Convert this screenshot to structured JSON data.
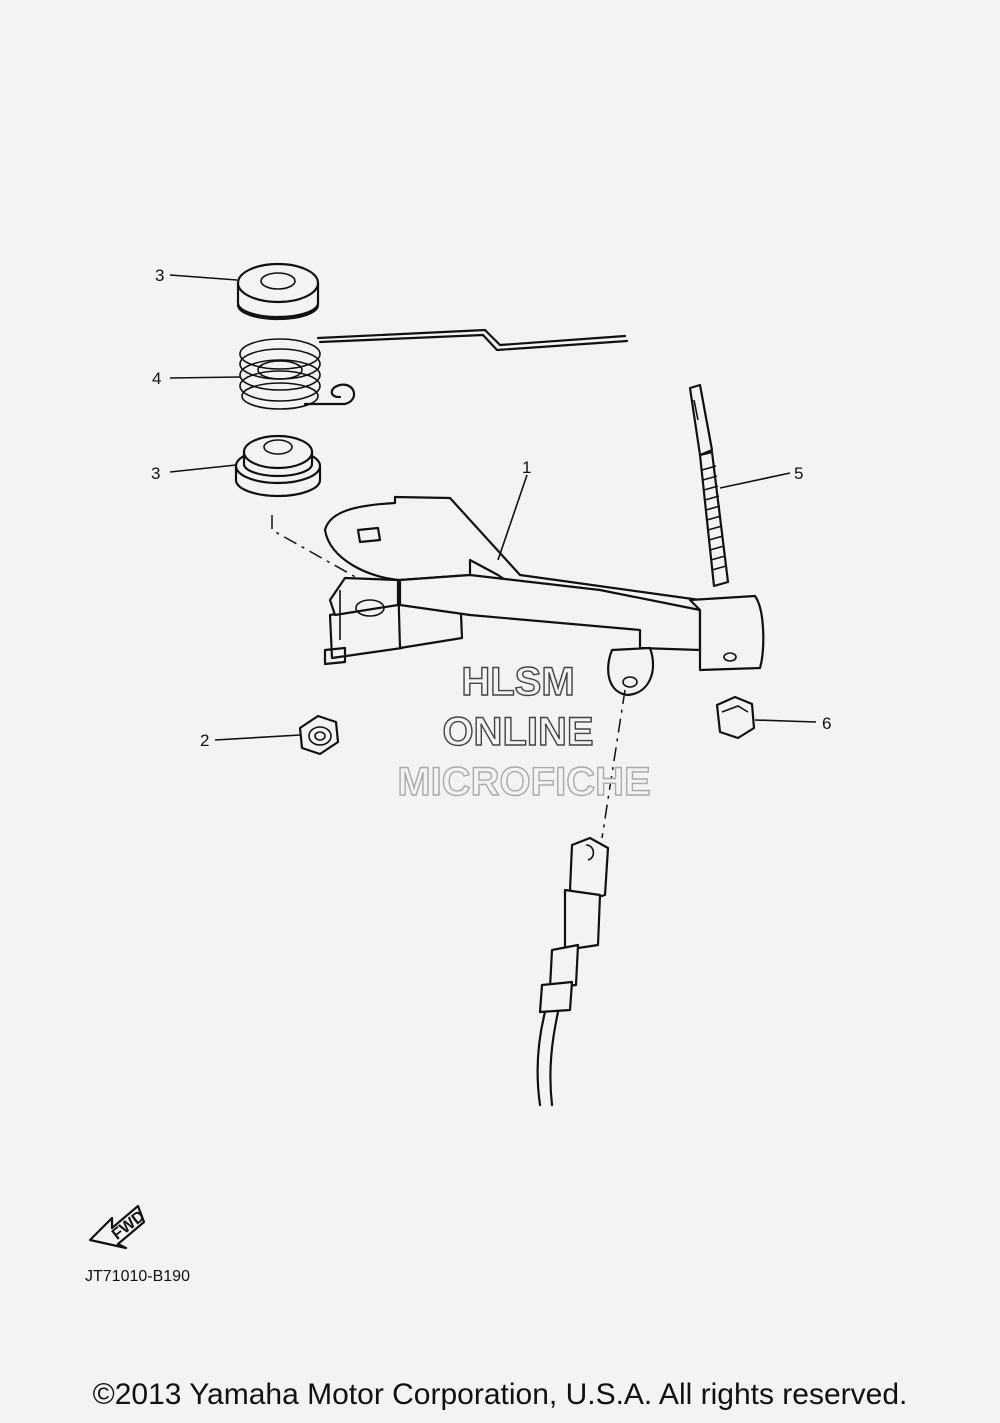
{
  "callouts": {
    "c3a": "3",
    "c4": "4",
    "c3b": "3",
    "c1": "1",
    "c5": "5",
    "c6": "6",
    "c2": "2"
  },
  "watermark": {
    "line1": "HLSM",
    "line2": "ONLINE",
    "line3": "MICROFICHE"
  },
  "fwd_label": "FWD",
  "drawing_code": "JT71010-B190",
  "copyright": "©2013 Yamaha Motor Corporation, U.S.A. All rights reserved."
}
